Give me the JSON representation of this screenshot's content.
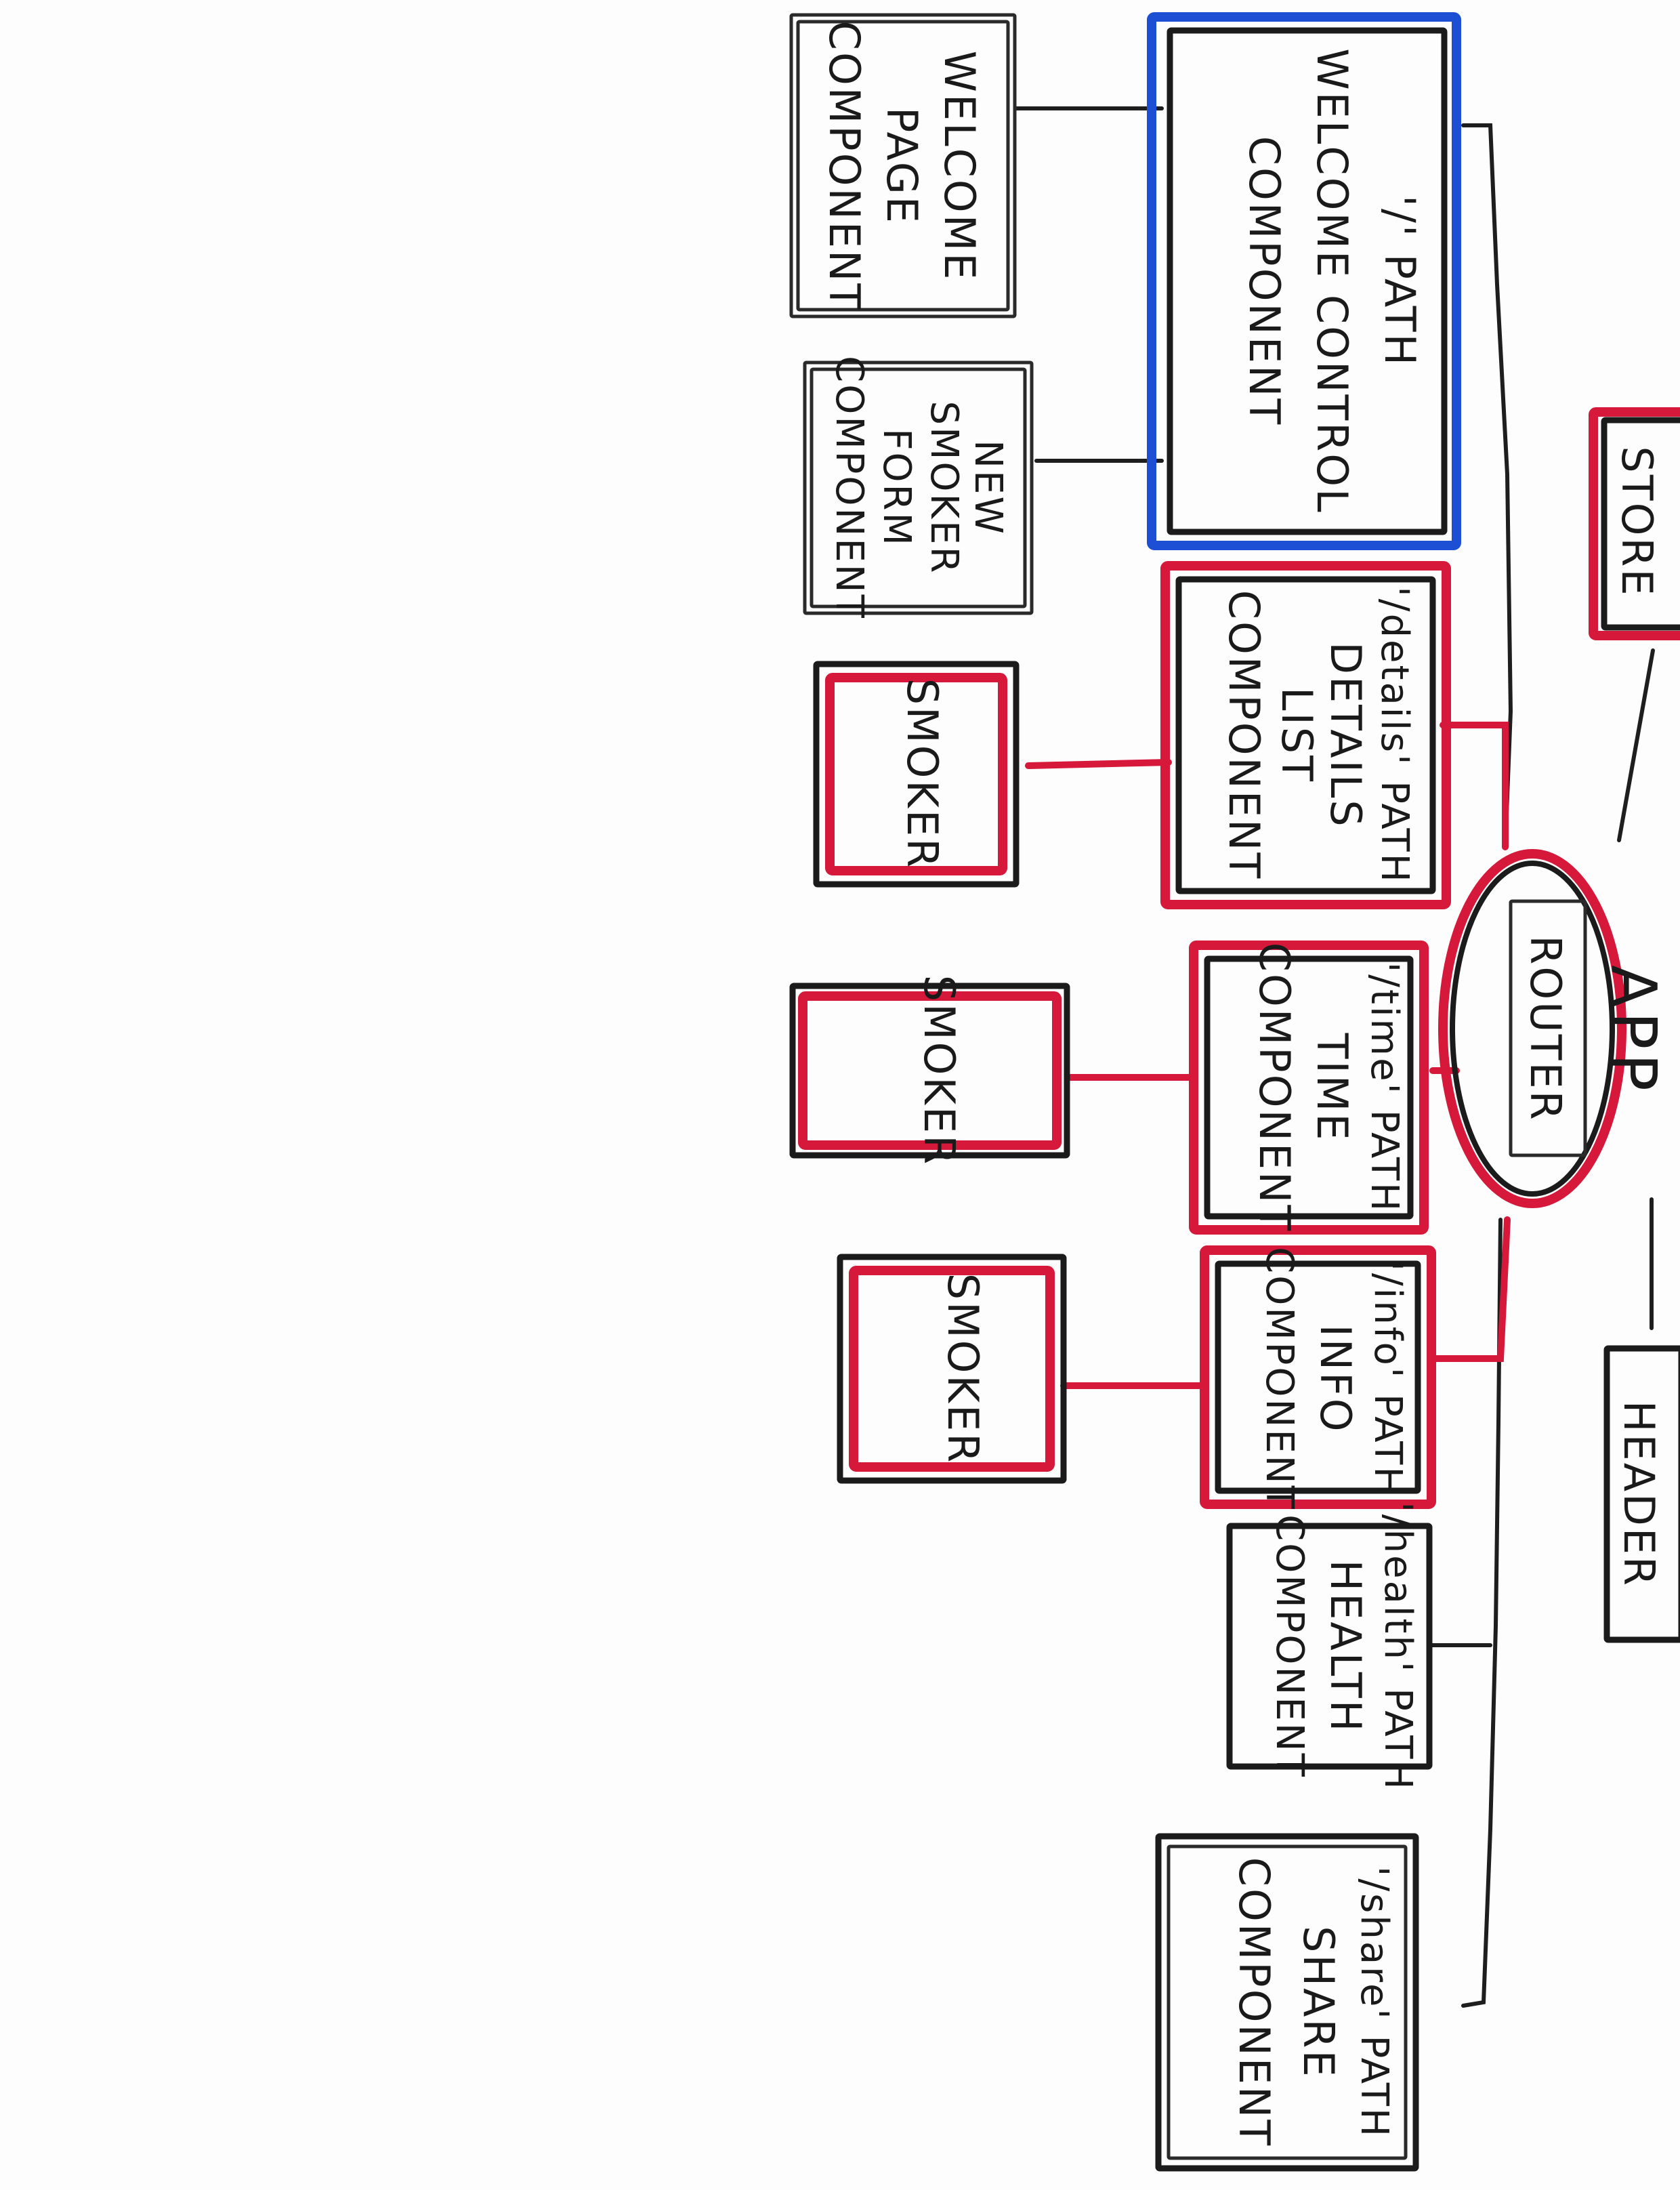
{
  "diagram": {
    "app": "APP",
    "router": "ROUTER",
    "store": "STORE",
    "header": "HEADER",
    "welcome_control": [
      "'/' PATH",
      "WELCOME CONTROL",
      "COMPONENT"
    ],
    "welcome_page": [
      "WELCOME",
      "PAGE",
      "COMPONENT"
    ],
    "new_smoker_form": [
      "NEW",
      "SMOKER",
      "FORM",
      "COMPONENT"
    ],
    "details_list": [
      "'/details' PATH",
      "DETAILS",
      "LIST",
      "COMPONENT"
    ],
    "smoker_details": "SMOKER",
    "time": [
      "'/time' PATH",
      "TIME",
      "COMPONENT"
    ],
    "smoker_time": "SMOKER",
    "info": [
      "'/info' PATH",
      "INFO",
      "COMPONENT"
    ],
    "smoker_info": "SMOKER",
    "health": [
      "'/health' PATH",
      "HEALTH",
      "COMPONENT"
    ],
    "share": [
      "'/share' PATH",
      "SHARE",
      "COMPONENT"
    ],
    "colors": {
      "ink": "#1b1b1b",
      "red": "#d6183a",
      "blue": "#1c4fd4"
    }
  }
}
